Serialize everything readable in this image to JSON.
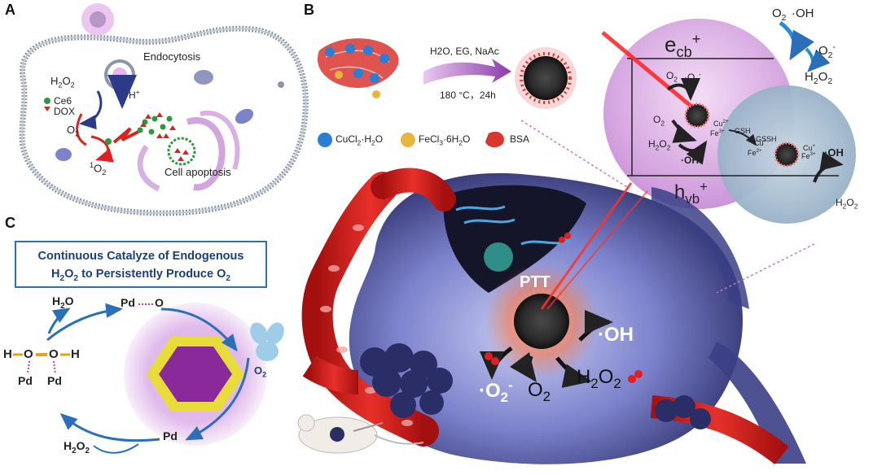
{
  "panels": {
    "a": "A",
    "b": "B",
    "c": "C"
  },
  "panel_a": {
    "endocytosis": "Endocytosis",
    "h2o2": "H2O2",
    "h_plus": "H+",
    "ce6": "Ce6",
    "dox": "DOX",
    "o2": "O2",
    "singlet_o2": "1O2",
    "cell_apoptosis": "Cell apoptosis"
  },
  "panel_b": {
    "synthesis_conditions_top": "H2O, EG, NaAc",
    "synthesis_conditions_bottom": "180 °C，24h",
    "legend_cucl2": "CuCl2·H2O",
    "legend_fecl3": "FeCl3·6H2O",
    "legend_bsa": "BSA",
    "ecb": "ecb+",
    "hvb": "hvb+",
    "o2": "O2",
    "o2_radical": "·O2-",
    "h2o2": "H2O2",
    "oh_radical": "·OH",
    "gsh": "GSH",
    "gssh": "GSSH",
    "cu2": "Cu2+",
    "fe3": "Fe3+",
    "fe2": "Fe2+",
    "cu_plus": "Cu+",
    "top_o2": "O2",
    "top_oh": "·OH",
    "top_o2_radical": "·O2-",
    "top_h2o2": "H2O2",
    "right_oh": "·OH",
    "right_h2o2": "H2O2",
    "ptt": "PTT",
    "tumor_oh": "·OH",
    "tumor_h2o2": "H2O2",
    "tumor_o2_radical": "·O2-",
    "tumor_o2": "O2"
  },
  "panel_c": {
    "title_line1": "Continuous Catalyze of Endogenous",
    "title_line2": "H2O2 to Persistently Produce O2",
    "h2o": "H2O",
    "pd_o": "Pd",
    "o": "O",
    "o2": "O2",
    "h_left": "H",
    "o_left": "O",
    "o_right": "O",
    "h_right": "H",
    "pd_bottom_left": "Pd",
    "pd_bottom_right": "Pd",
    "pd_bottom": "Pd",
    "h2o2": "H2O2"
  },
  "colors": {
    "membrane": "#8a96a6",
    "vessel_red": "#d9241f",
    "tumor_blue": "#4b4f9a",
    "purple_circle": "#d8a6e4",
    "blue_circle": "#9fb7cc",
    "arrow_blue": "#2a6fb7",
    "hexagon_outer": "#e8dc3a",
    "hexagon_inner": "#8a2a9a"
  }
}
